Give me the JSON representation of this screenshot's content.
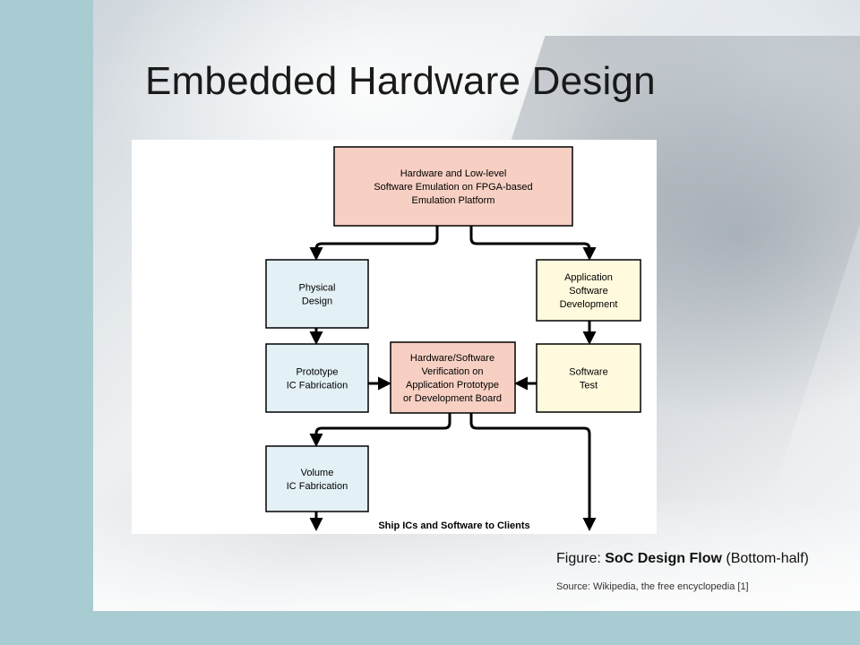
{
  "slide": {
    "title": "Embedded Hardware Design"
  },
  "diagram": {
    "colors": {
      "top_fill": "#f7d0c3",
      "left_fill": "#e3f1f6",
      "right_fill": "#fff9dd",
      "center_fill": "#f7d0c3",
      "stroke": "#000000"
    },
    "nodes": {
      "emulation": [
        "Hardware and Low-level",
        "Software Emulation on FPGA-based",
        "Emulation Platform"
      ],
      "physical_design": [
        "Physical",
        "Design"
      ],
      "app_dev": [
        "Application",
        "Software",
        "Development"
      ],
      "prototype": [
        "Prototype",
        "IC Fabrication"
      ],
      "verification": [
        "Hardware/Software",
        "Verification on",
        "Application Prototype",
        "or Development Board"
      ],
      "software_test": [
        "Software",
        "Test"
      ],
      "volume": [
        "Volume",
        "IC Fabrication"
      ]
    },
    "ship_label": "Ship ICs and Software to Clients"
  },
  "caption": {
    "prefix": "Figure: ",
    "bold": "SoC Design Flow",
    "suffix": " (Bottom-half)",
    "source": "Source: Wikipedia, the free encyclopedia [1]"
  }
}
